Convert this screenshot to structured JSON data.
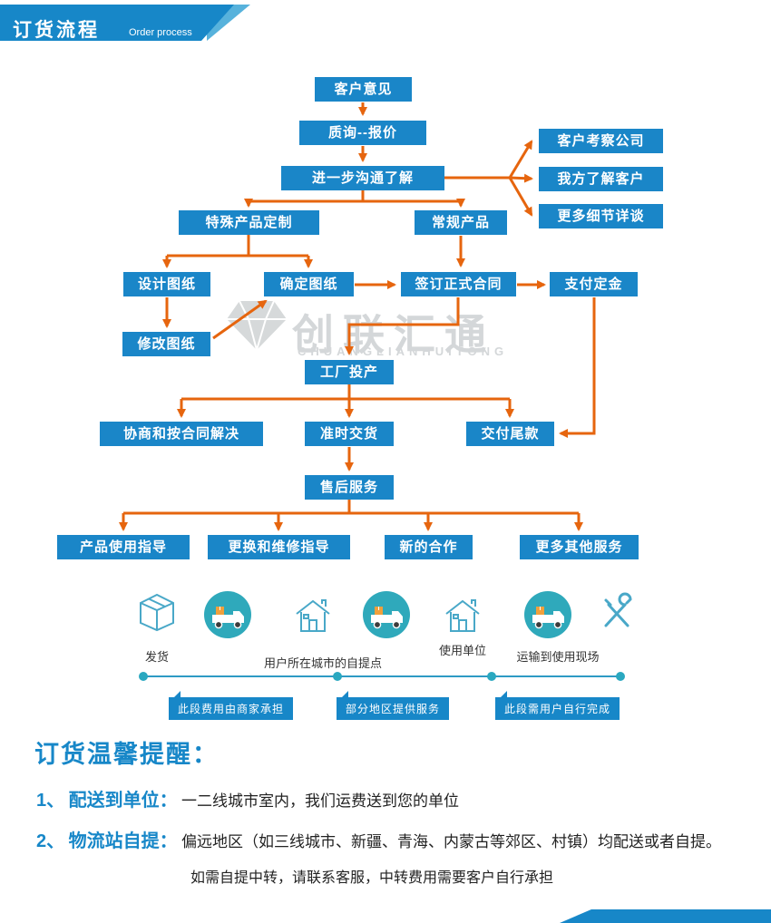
{
  "colors": {
    "accent_blue": "#1787c8",
    "arrow_orange": "#e6650e",
    "teal_circle": "#2fa9bb",
    "icon_outline": "#49a8c8"
  },
  "header": {
    "title": "订货流程",
    "subtitle": "Order process"
  },
  "watermark": {
    "name": "创联汇通",
    "latin": "CHUANGLIANHUITONG"
  },
  "flow": {
    "nodes": {
      "customer_feedback": "客户意见",
      "inquiry_quote": "质询--报价",
      "further_communication": "进一步沟通了解",
      "visit_company": "客户考察公司",
      "understand_customer": "我方了解客户",
      "discuss_details": "更多细节详谈",
      "custom_product": "特殊产品定制",
      "regular_product": "常规产品",
      "design_drawing": "设计图纸",
      "confirm_drawing": "确定图纸",
      "sign_contract": "签订正式合同",
      "pay_deposit": "支付定金",
      "modify_drawing": "修改图纸",
      "factory_production": "工厂投产",
      "negotiate_resolve": "协商和按合同解决",
      "ontime_delivery": "准时交货",
      "pay_balance": "交付尾款",
      "aftersales": "售后服务",
      "usage_guidance": "产品使用指导",
      "repair_guidance": "更换和维修指导",
      "new_cooperation": "新的合作",
      "more_services": "更多其他服务"
    }
  },
  "logistics": {
    "labels": {
      "ship": "发货",
      "pickup_point": "用户所在城市的自提点",
      "user_unit": "使用单位",
      "transport_site": "运输到使用现场"
    },
    "tags": [
      "此段费用由商家承担",
      "部分地区提供服务",
      "此段需用户自行完成"
    ]
  },
  "notes": {
    "title": "订货温馨提醒：",
    "item1_num": "1、",
    "item1_head": "配送到单位：",
    "item1_body": "一二线城市室内，我们运费送到您的单位",
    "item2_num": "2、",
    "item2_head": "物流站自提：",
    "item2_body": "偏远地区（如三线城市、新疆、青海、内蒙古等郊区、村镇）均配送或者自提。",
    "item3": "如需自提中转，请联系客服，中转费用需要客户自行承担"
  }
}
